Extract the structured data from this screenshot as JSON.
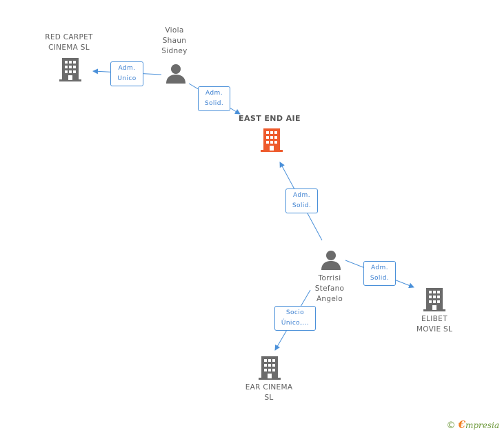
{
  "colors": {
    "edge": "#4a90d9",
    "company": "#6b6b6b",
    "company_focus": "#ee5a2c",
    "person": "#6b6b6b",
    "brand": "#6f9a3d"
  },
  "nodes": {
    "red_carpet": {
      "label": "RED CARPET\nCINEMA  SL",
      "icon": "building-icon"
    },
    "viola": {
      "label": "Viola\nShaun\nSidney",
      "icon": "person-icon"
    },
    "east_end": {
      "label": "EAST END  AIE",
      "icon": "building-icon"
    },
    "torrisi": {
      "label": "Torrisi\nStefano\nAngelo",
      "icon": "person-icon"
    },
    "elibet": {
      "label": "ELIBET\nMOVIE  SL",
      "icon": "building-icon"
    },
    "ear_cinema": {
      "label": "EAR CINEMA\nSL",
      "icon": "building-icon"
    }
  },
  "edges": {
    "viola_red": {
      "line1": "Adm.",
      "line2": "Unico"
    },
    "viola_east": {
      "line1": "Adm.",
      "line2": "Solid."
    },
    "torrisi_east": {
      "line1": "Adm.",
      "line2": "Solid."
    },
    "torrisi_elibet": {
      "line1": "Adm.",
      "line2": "Solid."
    },
    "torrisi_ear": {
      "line1": "Socio",
      "line2": "Único,..."
    }
  },
  "brand": {
    "copyright": "©",
    "initial": "€",
    "name": "mpresia"
  }
}
